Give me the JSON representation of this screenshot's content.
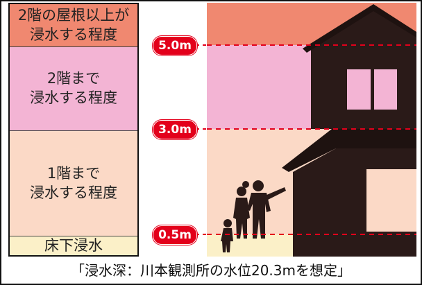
{
  "legend": {
    "roof": "2階の屋根以上が\n浸水する程度",
    "second": "2階まで\n浸水する程度",
    "first": "1階まで\n浸水する程度",
    "floor": "床下浸水"
  },
  "markers": {
    "m50": "5.0m",
    "m30": "3.0m",
    "m05": "0.5m"
  },
  "caption": "「浸水深：川本観測所の水位20.3mを想定」",
  "colors": {
    "roof_band": "#f08870",
    "second_band": "#f3b4d4",
    "first_band": "#fbd9c6",
    "floor_band": "#fbf0c8",
    "marker": "#e3001b",
    "house": "#2a1a18"
  }
}
